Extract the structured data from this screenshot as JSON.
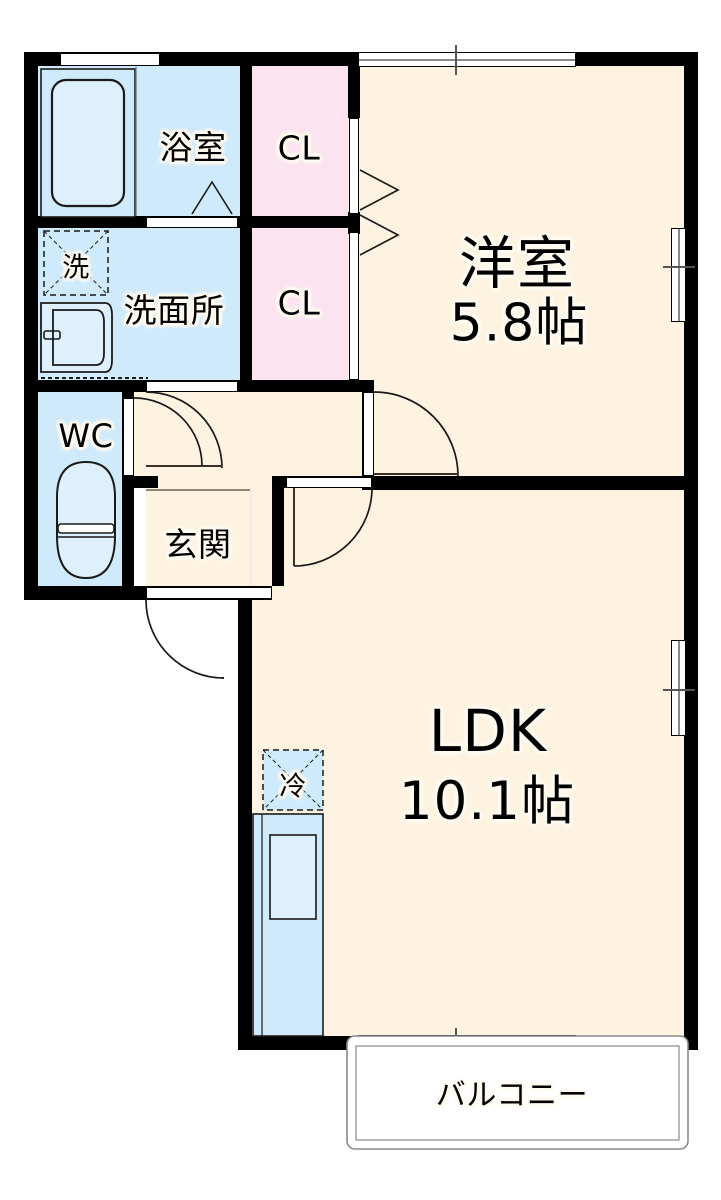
{
  "plan": {
    "type": "japanese-floor-plan",
    "unit": "帖 (jo / tatami mats)",
    "rooms": [
      {
        "key": "bath",
        "label": "浴室",
        "fill": "#cfeafb",
        "note": "bathroom with bathtub"
      },
      {
        "key": "closet_1",
        "label": "CL",
        "fill": "#fbe4ef",
        "note": "upper closet, folding doors"
      },
      {
        "key": "bedroom",
        "label": "洋室",
        "area": "5.8帖",
        "fill": "#fdf3e0",
        "note": "western-style room"
      },
      {
        "key": "washroom",
        "label": "洗面所",
        "fill": "#cfeafb",
        "note": "wash / vanity room"
      },
      {
        "key": "closet_2",
        "label": "CL",
        "fill": "#fbe4ef",
        "note": "lower closet, folding doors"
      },
      {
        "key": "wc",
        "label": "WC",
        "fill": "#cfeafb",
        "note": "toilet"
      },
      {
        "key": "genkan",
        "label": "玄関",
        "fill": "#fdf3e0",
        "note": "entrance"
      },
      {
        "key": "ldk",
        "label": "LDK",
        "area": "10.1帖",
        "fill": "#fdf3e0",
        "note": "living dining kitchen"
      },
      {
        "key": "balcony",
        "label": "バルコニー",
        "fill": "#ffffff",
        "note": "balcony"
      }
    ],
    "fixtures": [
      {
        "key": "washer",
        "label": "洗",
        "note": "washing machine space (dashed square with X)"
      },
      {
        "key": "fridge",
        "label": "冷",
        "note": "refrigerator space (dashed square with X)"
      },
      {
        "key": "bathtub",
        "label": "",
        "note": "bathtub outline"
      },
      {
        "key": "vanity",
        "label": "",
        "note": "wash basin"
      },
      {
        "key": "toilet",
        "label": "",
        "note": "toilet bowl"
      },
      {
        "key": "kitchen",
        "label": "",
        "note": "kitchen counter with sink"
      }
    ],
    "labels": {
      "bath": "浴室",
      "closet_top": "CL",
      "closet_bot": "CL",
      "bedroom": "洋室",
      "bedroom_area": "5.8帖",
      "washroom": "洗面所",
      "washer": "洗",
      "wc": "WC",
      "genkan": "玄関",
      "ldk": "LDK",
      "ldk_area": "10.1帖",
      "fridge": "冷",
      "balcony": "バルコニー"
    },
    "colors": {
      "wall": "#000000",
      "water_area": "#cfeafb",
      "closet_area": "#fbe4ef",
      "living_area": "#fdf3e0",
      "balcony_area": "#ffffff",
      "line": "#1a1a1a",
      "mullion": "#8a8a8a",
      "text_halo": "#fffaf0"
    }
  }
}
